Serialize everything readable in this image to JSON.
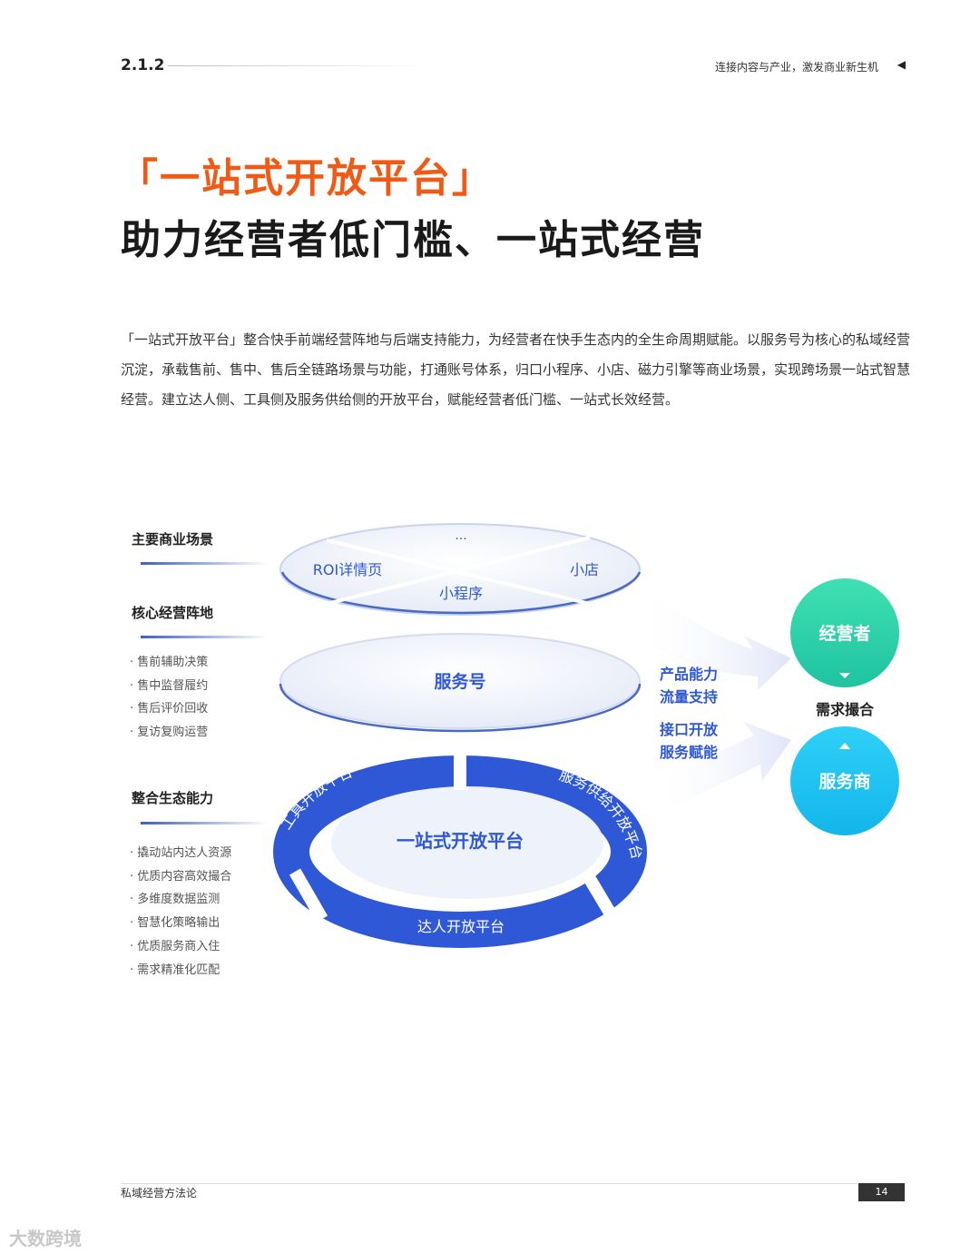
{
  "header": {
    "section": "2.1.2",
    "running_title": "连接内容与产业，激发商业新生机",
    "arrow_icon": "triangle-left-icon"
  },
  "title": {
    "line1": "「一站式开放平台」",
    "line2": "助力经营者低门槛、一站式经营",
    "accent": "#f05a14"
  },
  "body": "「一站式开放平台」整合快手前端经营阵地与后端支持能力，为经营者在快手生态内的全生命周期赋能。以服务号为核心的私域经营沉淀，承载售前、售中、售后全链路场景与功能，打通账号体系，归口小程序、小店、磁力引擎等商业场景，实现跨场景一站式智慧经营。建立达人侧、工具侧及服务供给侧的开放平台，赋能经营者低门槛、一站式长效经营。",
  "diagram": {
    "left": [
      {
        "heading": "主要商业场景",
        "items": []
      },
      {
        "heading": "核心经营阵地",
        "items": [
          "售前辅助决策",
          "售中监督履约",
          "售后评价回收",
          "复访复购运营"
        ]
      },
      {
        "heading": "整合生态能力",
        "items": [
          "撬动站内达人资源",
          "优质内容高效撮合",
          "多维度数据监测",
          "智慧化策略输出",
          "优质服务商入住",
          "需求精准化匹配"
        ]
      }
    ],
    "scenes": {
      "top": "···",
      "left": "ROI详情页",
      "right": "小店",
      "bottom": "小程序"
    },
    "core": "服务号",
    "ring": {
      "center": "一站式开放平台",
      "left": "工具开放平台",
      "right": "服务供给开放平台",
      "bottom": "达人开放平台",
      "color": "#2f58d6"
    },
    "arrows": {
      "upper": [
        "产品能力",
        "流量支持"
      ],
      "lower": [
        "接口开放",
        "服务赋能"
      ]
    },
    "right": {
      "top": "经营者",
      "bottom": "服务商",
      "middle": "需求撮合",
      "top_color": "#27cfa6",
      "bottom_color": "#1cc0ef"
    }
  },
  "footer": {
    "title": "私域经营方法论",
    "page": "14"
  },
  "watermark": "大数跨境"
}
